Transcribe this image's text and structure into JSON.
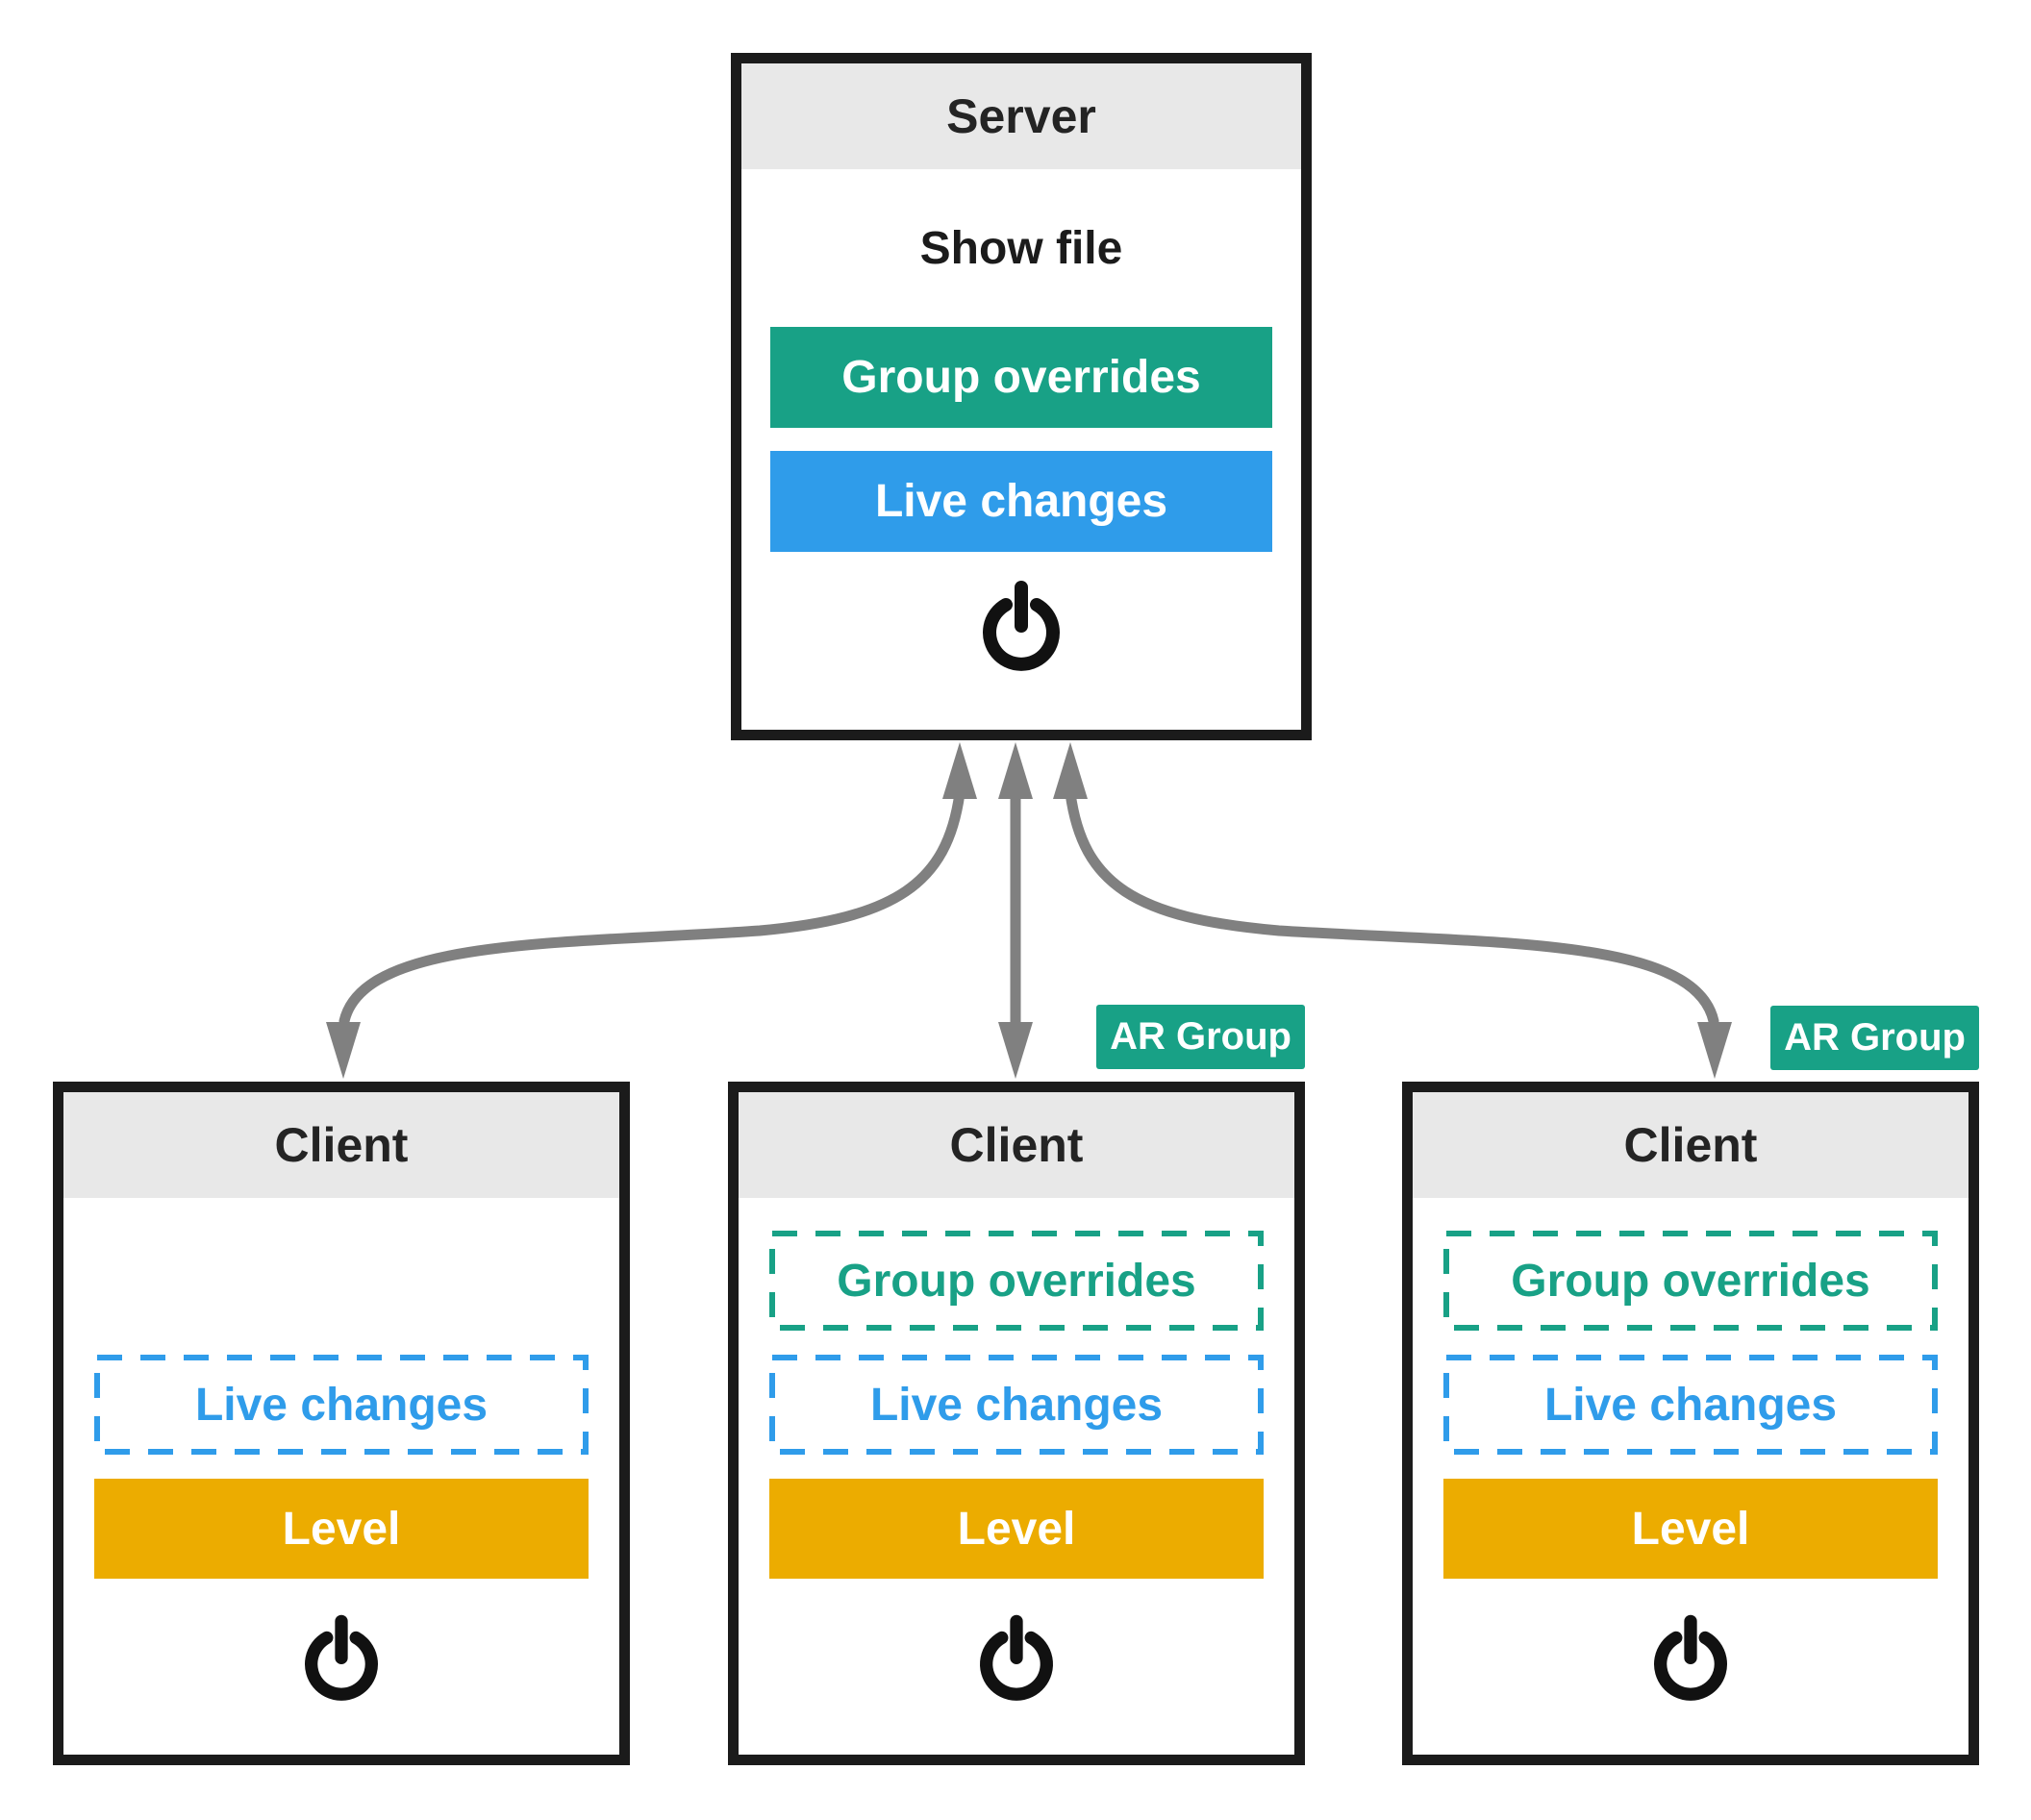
{
  "diagram": {
    "server": {
      "title": "Server",
      "show_file_label": "Show file",
      "group_overrides_label": "Group overrides",
      "live_changes_label": "Live changes",
      "power_icon": "power-icon"
    },
    "clients": [
      {
        "title": "Client",
        "live_changes_label": "Live changes",
        "level_label": "Level",
        "power_icon": "power-icon"
      },
      {
        "title": "Client",
        "badge": "AR Group",
        "group_overrides_label": "Group overrides",
        "live_changes_label": "Live changes",
        "level_label": "Level",
        "power_icon": "power-icon"
      },
      {
        "title": "Client",
        "badge": "AR Group",
        "group_overrides_label": "Group overrides",
        "live_changes_label": "Live changes",
        "level_label": "Level",
        "power_icon": "power-icon"
      }
    ],
    "colors": {
      "green": "#18A186",
      "blue": "#2F9CEA",
      "amber": "#ECAC00",
      "arrow_gray": "#808080",
      "box_border": "#1B1B1B",
      "header_bg": "#E8E8E8",
      "title_text": "#242424",
      "label_on_color": "#FFFFFF"
    }
  }
}
